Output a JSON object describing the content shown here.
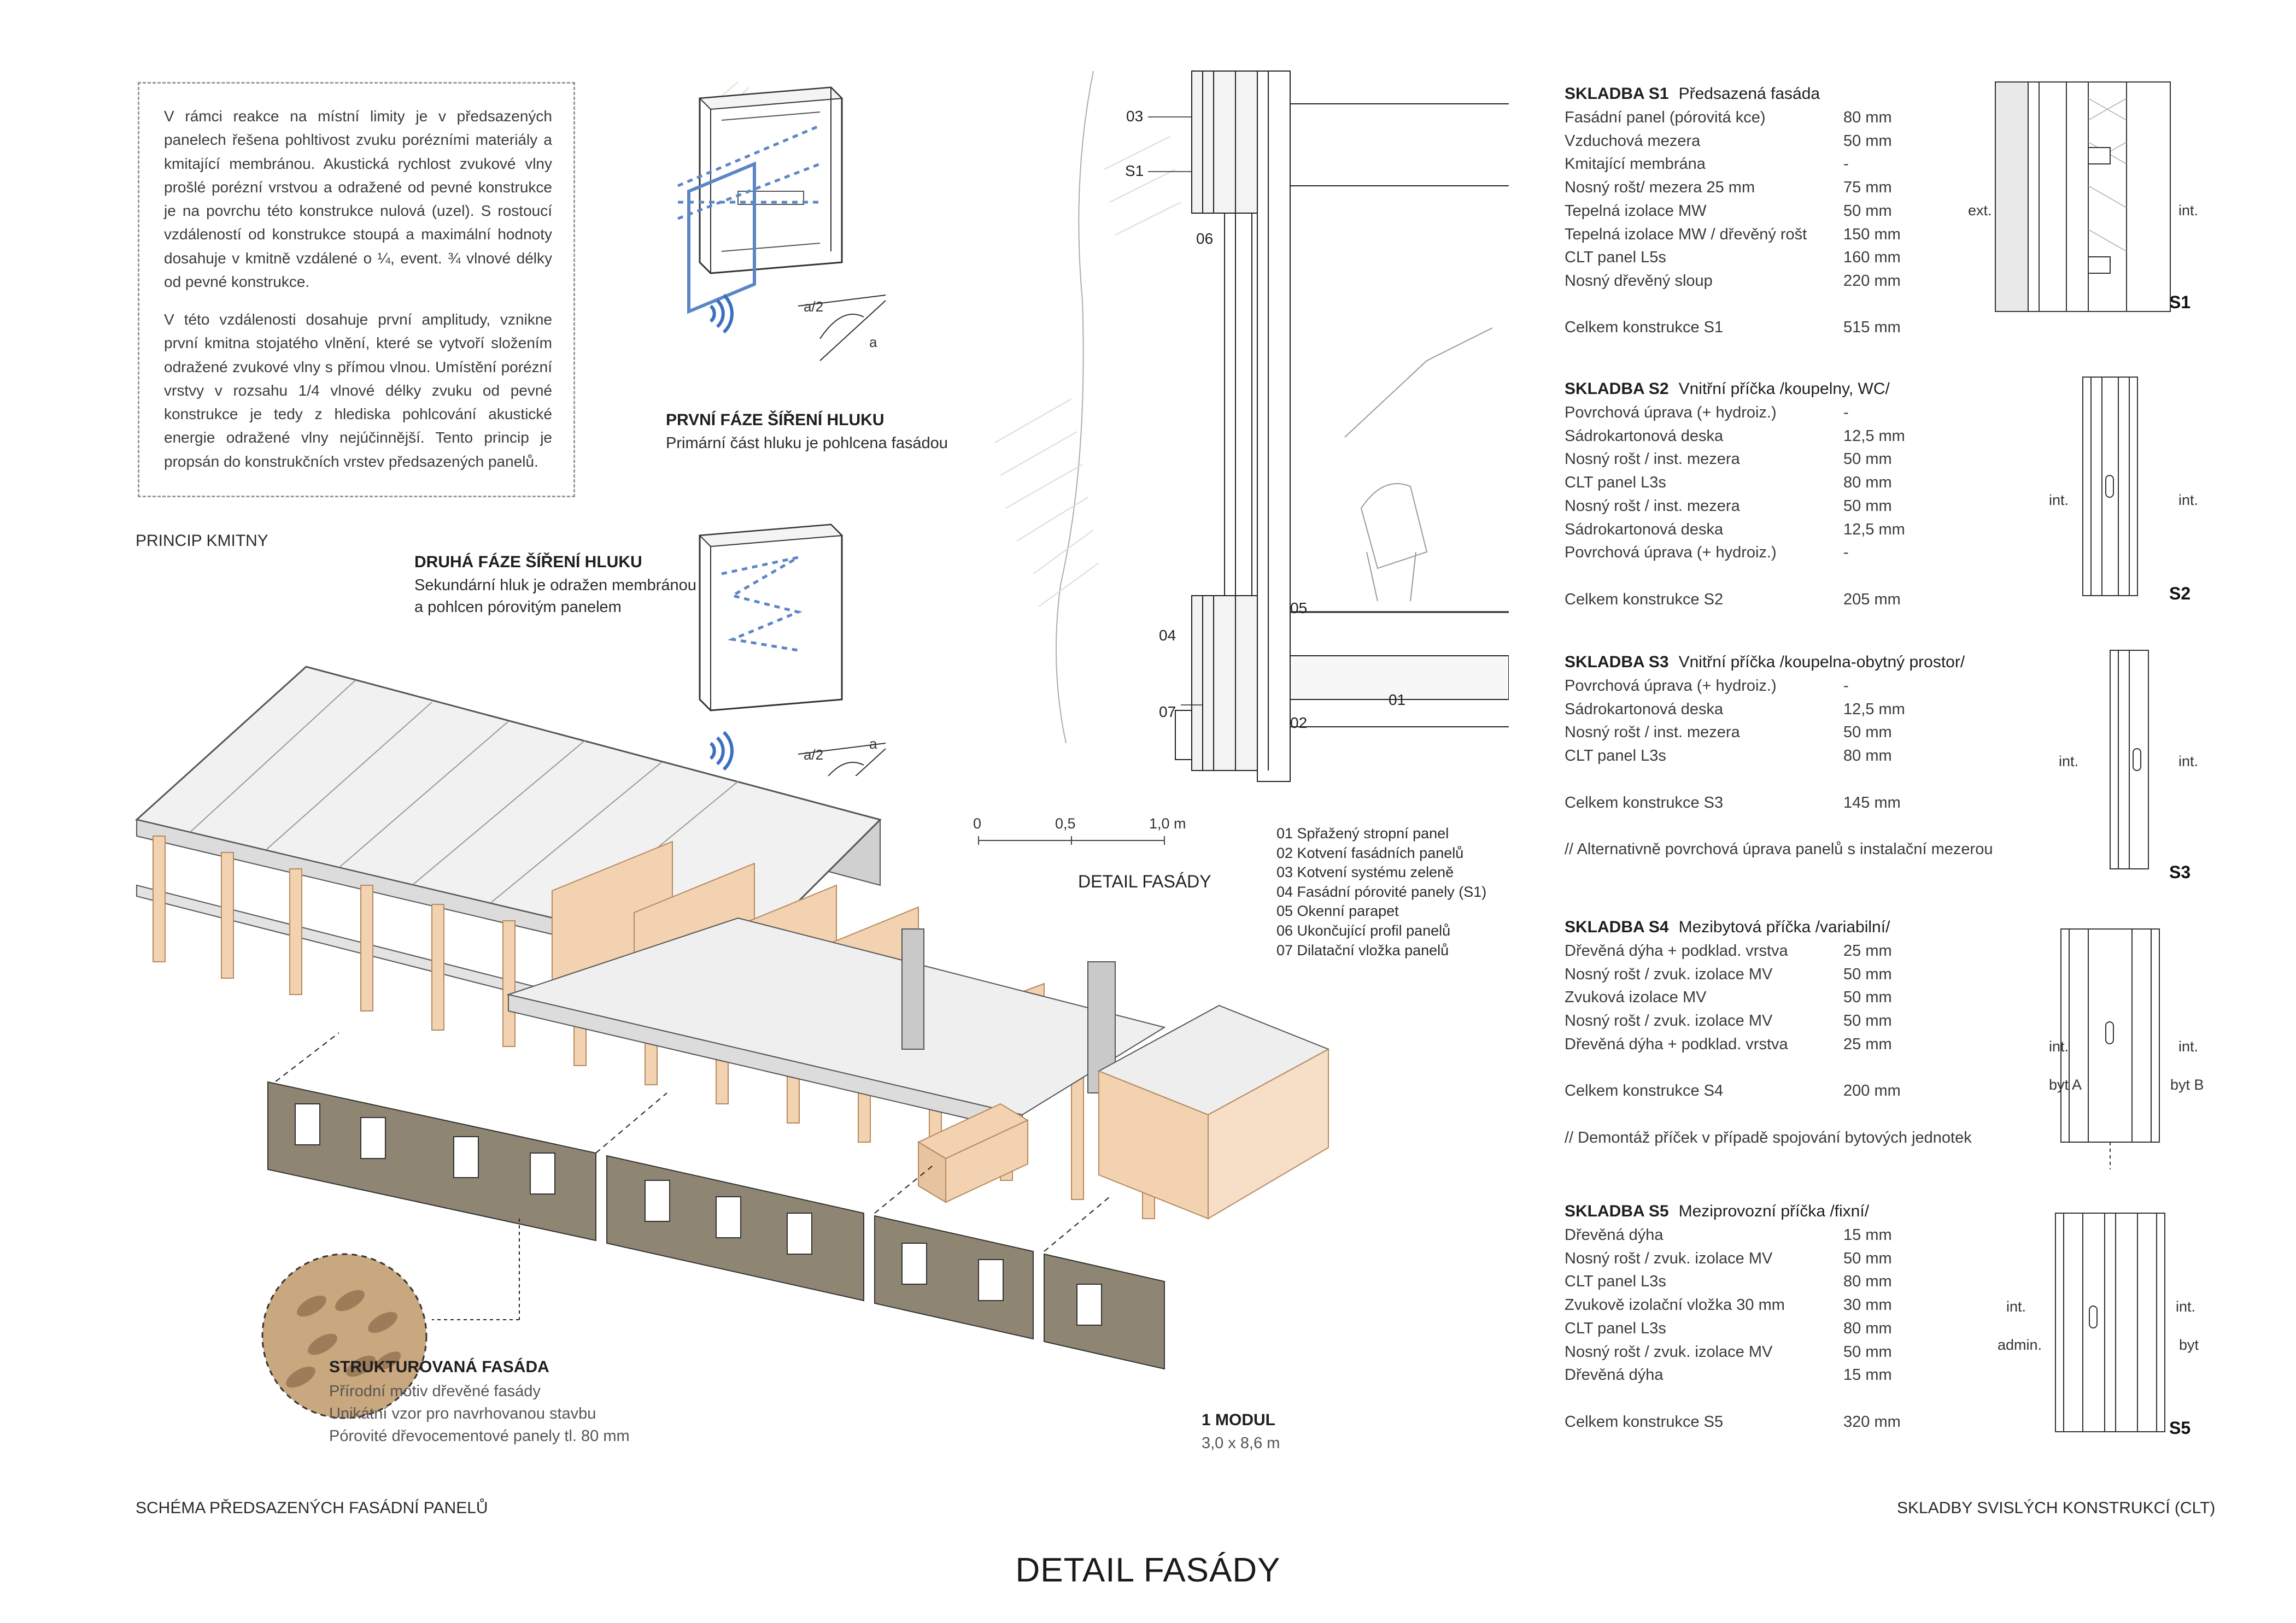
{
  "title": "DETAIL FASÁDY",
  "intro": {
    "paragraph1": "V rámci reakce na místní limity je v předsazených panelech řešena pohltivost zvuku porézními materiály a kmitající membránou. Akustická rychlost zvukové vlny prošlé porézní vrstvou a odražené od pevné konstrukce je na povrchu této konstrukce nulová (uzel). S rostoucí vzdáleností od konstrukce stoupá a maximální hodnoty dosahuje v kmitně vzdálené o ¼, event. ¾ vlnové délky od pevné konstrukce.",
    "paragraph2": "V této vzdálenosti dosahuje první amplitudy, vznikne první kmitna stojatého vlnění, které se vytvoří složením odražené zvukové vlny s přímou vlnou. Umístění porézní vrstvy v rozsahu 1/4 vlnové délky zvuku od pevné konstrukce je tedy z hlediska pohlcování akustické energie odražené vlny nejúčinnější. Tento princip je propsán do konstrukčních vrstev předsazených panelů."
  },
  "princip_label": "PRINCIP KMITNY",
  "phase1": {
    "title": "PRVNÍ FÁZE ŠÍŘENÍ HLUKU",
    "text": "Primární část hluku je pohlcena fasádou",
    "a2": "a/2",
    "a": "a"
  },
  "phase2": {
    "title": "DRUHÁ FÁZE ŠÍŘENÍ HLUKU",
    "line1": "Sekundární hluk je odražen membránou",
    "line2": "a pohlcen pórovitým panelem",
    "a2": "a/2",
    "a": "a"
  },
  "detail": {
    "label": "DETAIL FASÁDY",
    "callouts": [
      "03",
      "S1",
      "06",
      "05",
      "04",
      "07",
      "02",
      "01"
    ],
    "scale": [
      "0",
      "0,5",
      "1,0 m"
    ],
    "legend": [
      "01 Spřažený stropní panel",
      "02 Kotvení fasádních panelů",
      "03 Kotvení systému zeleně",
      "04 Fasádní pórovité panely (S1)",
      "05 Okenní parapet",
      "06 Ukončující profil panelů",
      "07 Dilatační vložka panelů"
    ]
  },
  "facade_info": {
    "title": "STRUKTUROVANÁ FASÁDA",
    "lines": [
      "Přírodní motiv dřevěné fasády",
      "Unikátní vzor pro navrhovanou stavbu",
      "Pórovité dřevocementové panely tl. 80 mm"
    ]
  },
  "module": {
    "title": "1 MODUL",
    "size": "3,0 x 8,6 m"
  },
  "caption_left": "SCHÉMA PŘEDSAZENÝCH FASÁDNÍ PANELŮ",
  "caption_right": "SKLADBY SVISLÝCH KONSTRUKCÍ (CLT)",
  "compositions": [
    {
      "code": "SKLADBA S1",
      "name": "Předsazená fasáda",
      "rows": [
        {
          "label": "Fasádní panel (pórovitá kce)",
          "value": "80 mm"
        },
        {
          "label": "Vzduchová mezera",
          "value": "50 mm"
        },
        {
          "label": "Kmitající membrána",
          "value": "-"
        },
        {
          "label": "Nosný rošt/ mezera 25 mm",
          "value": "75 mm"
        },
        {
          "label": "Tepelná izolace MW",
          "value": "50 mm"
        },
        {
          "label": "Tepelná izolace MW / dřevěný rošt",
          "value": "150 mm"
        },
        {
          "label": "CLT panel L5s",
          "value": "160 mm"
        },
        {
          "label": "Nosný dřevěný sloup",
          "value": "220 mm",
          "muted": true
        }
      ],
      "total": {
        "label": "Celkem konstrukce S1",
        "value": "515 mm"
      },
      "tag": "S1",
      "side_left": "ext.",
      "side_right": "int."
    },
    {
      "code": "SKLADBA S2",
      "name": "Vnitřní příčka /koupelny, WC/",
      "rows": [
        {
          "label": "Povrchová úprava (+ hydroiz.)",
          "value": "-"
        },
        {
          "label": "Sádrokartonová deska",
          "value": "12,5 mm"
        },
        {
          "label": "Nosný rošt / inst. mezera",
          "value": "50 mm"
        },
        {
          "label": "CLT panel L3s",
          "value": "80 mm"
        },
        {
          "label": "Nosný rošt / inst. mezera",
          "value": "50 mm"
        },
        {
          "label": "Sádrokartonová deska",
          "value": "12,5 mm"
        },
        {
          "label": "Povrchová úprava (+ hydroiz.)",
          "value": "-"
        }
      ],
      "total": {
        "label": "Celkem konstrukce S2",
        "value": "205 mm"
      },
      "tag": "S2",
      "side_left": "int.",
      "side_right": "int."
    },
    {
      "code": "SKLADBA S3",
      "name": "Vnitřní příčka /koupelna-obytný prostor/",
      "rows": [
        {
          "label": "Povrchová úprava (+ hydroiz.)",
          "value": "-"
        },
        {
          "label": "Sádrokartonová deska",
          "value": "12,5 mm"
        },
        {
          "label": "Nosný rošt / inst. mezera",
          "value": "50 mm"
        },
        {
          "label": "CLT panel L3s",
          "value": "80 mm"
        }
      ],
      "total": {
        "label": "Celkem konstrukce S3",
        "value": "145 mm"
      },
      "note": "// Alternativně povrchová úprava panelů s instalační mezerou",
      "tag": "S3",
      "side_left": "int.",
      "side_right": "int."
    },
    {
      "code": "SKLADBA S4",
      "name": "Mezibytová příčka /variabilní/",
      "rows": [
        {
          "label": "Dřevěná dýha + podklad. vrstva",
          "value": "25 mm"
        },
        {
          "label": "Nosný rošt / zvuk. izolace MV",
          "value": "50 mm"
        },
        {
          "label": "Zvuková izolace MV",
          "value": "50 mm"
        },
        {
          "label": "Nosný rošt / zvuk. izolace MV",
          "value": "50 mm"
        },
        {
          "label": "Dřevěná dýha + podklad. vrstva",
          "value": "25 mm"
        }
      ],
      "total": {
        "label": "Celkem konstrukce S4",
        "value": "200 mm"
      },
      "note": "// Demontáž příček v případě spojování bytových jednotek",
      "tag": "",
      "side_left": "int.",
      "side_right": "int.",
      "sub_left": "byt A",
      "sub_right": "byt B"
    },
    {
      "code": "SKLADBA S5",
      "name": "Meziprovozní příčka /fixní/",
      "rows": [
        {
          "label": "Dřevěná dýha",
          "value": "15 mm"
        },
        {
          "label": "Nosný rošt / zvuk. izolace MV",
          "value": "50 mm"
        },
        {
          "label": "CLT panel L3s",
          "value": "80 mm"
        },
        {
          "label": "Zvukově izolační vložka 30 mm",
          "value": "30 mm"
        },
        {
          "label": "CLT panel L3s",
          "value": "80 mm"
        },
        {
          "label": "Nosný rošt / zvuk. izolace MV",
          "value": "50 mm"
        },
        {
          "label": "Dřevěná dýha",
          "value": "15 mm"
        }
      ],
      "total": {
        "label": "Celkem konstrukce S5",
        "value": "320 mm"
      },
      "tag": "S5",
      "side_left": "int.",
      "side_right": "int.",
      "sub_left": "admin.",
      "sub_right": "byt"
    }
  ],
  "colors": {
    "wood": "#f2d2b0",
    "wood_dark": "#d9a97c",
    "concrete": "#c9c9c9",
    "panel": "#8f8573",
    "accent_blue": "#5b86c5"
  }
}
